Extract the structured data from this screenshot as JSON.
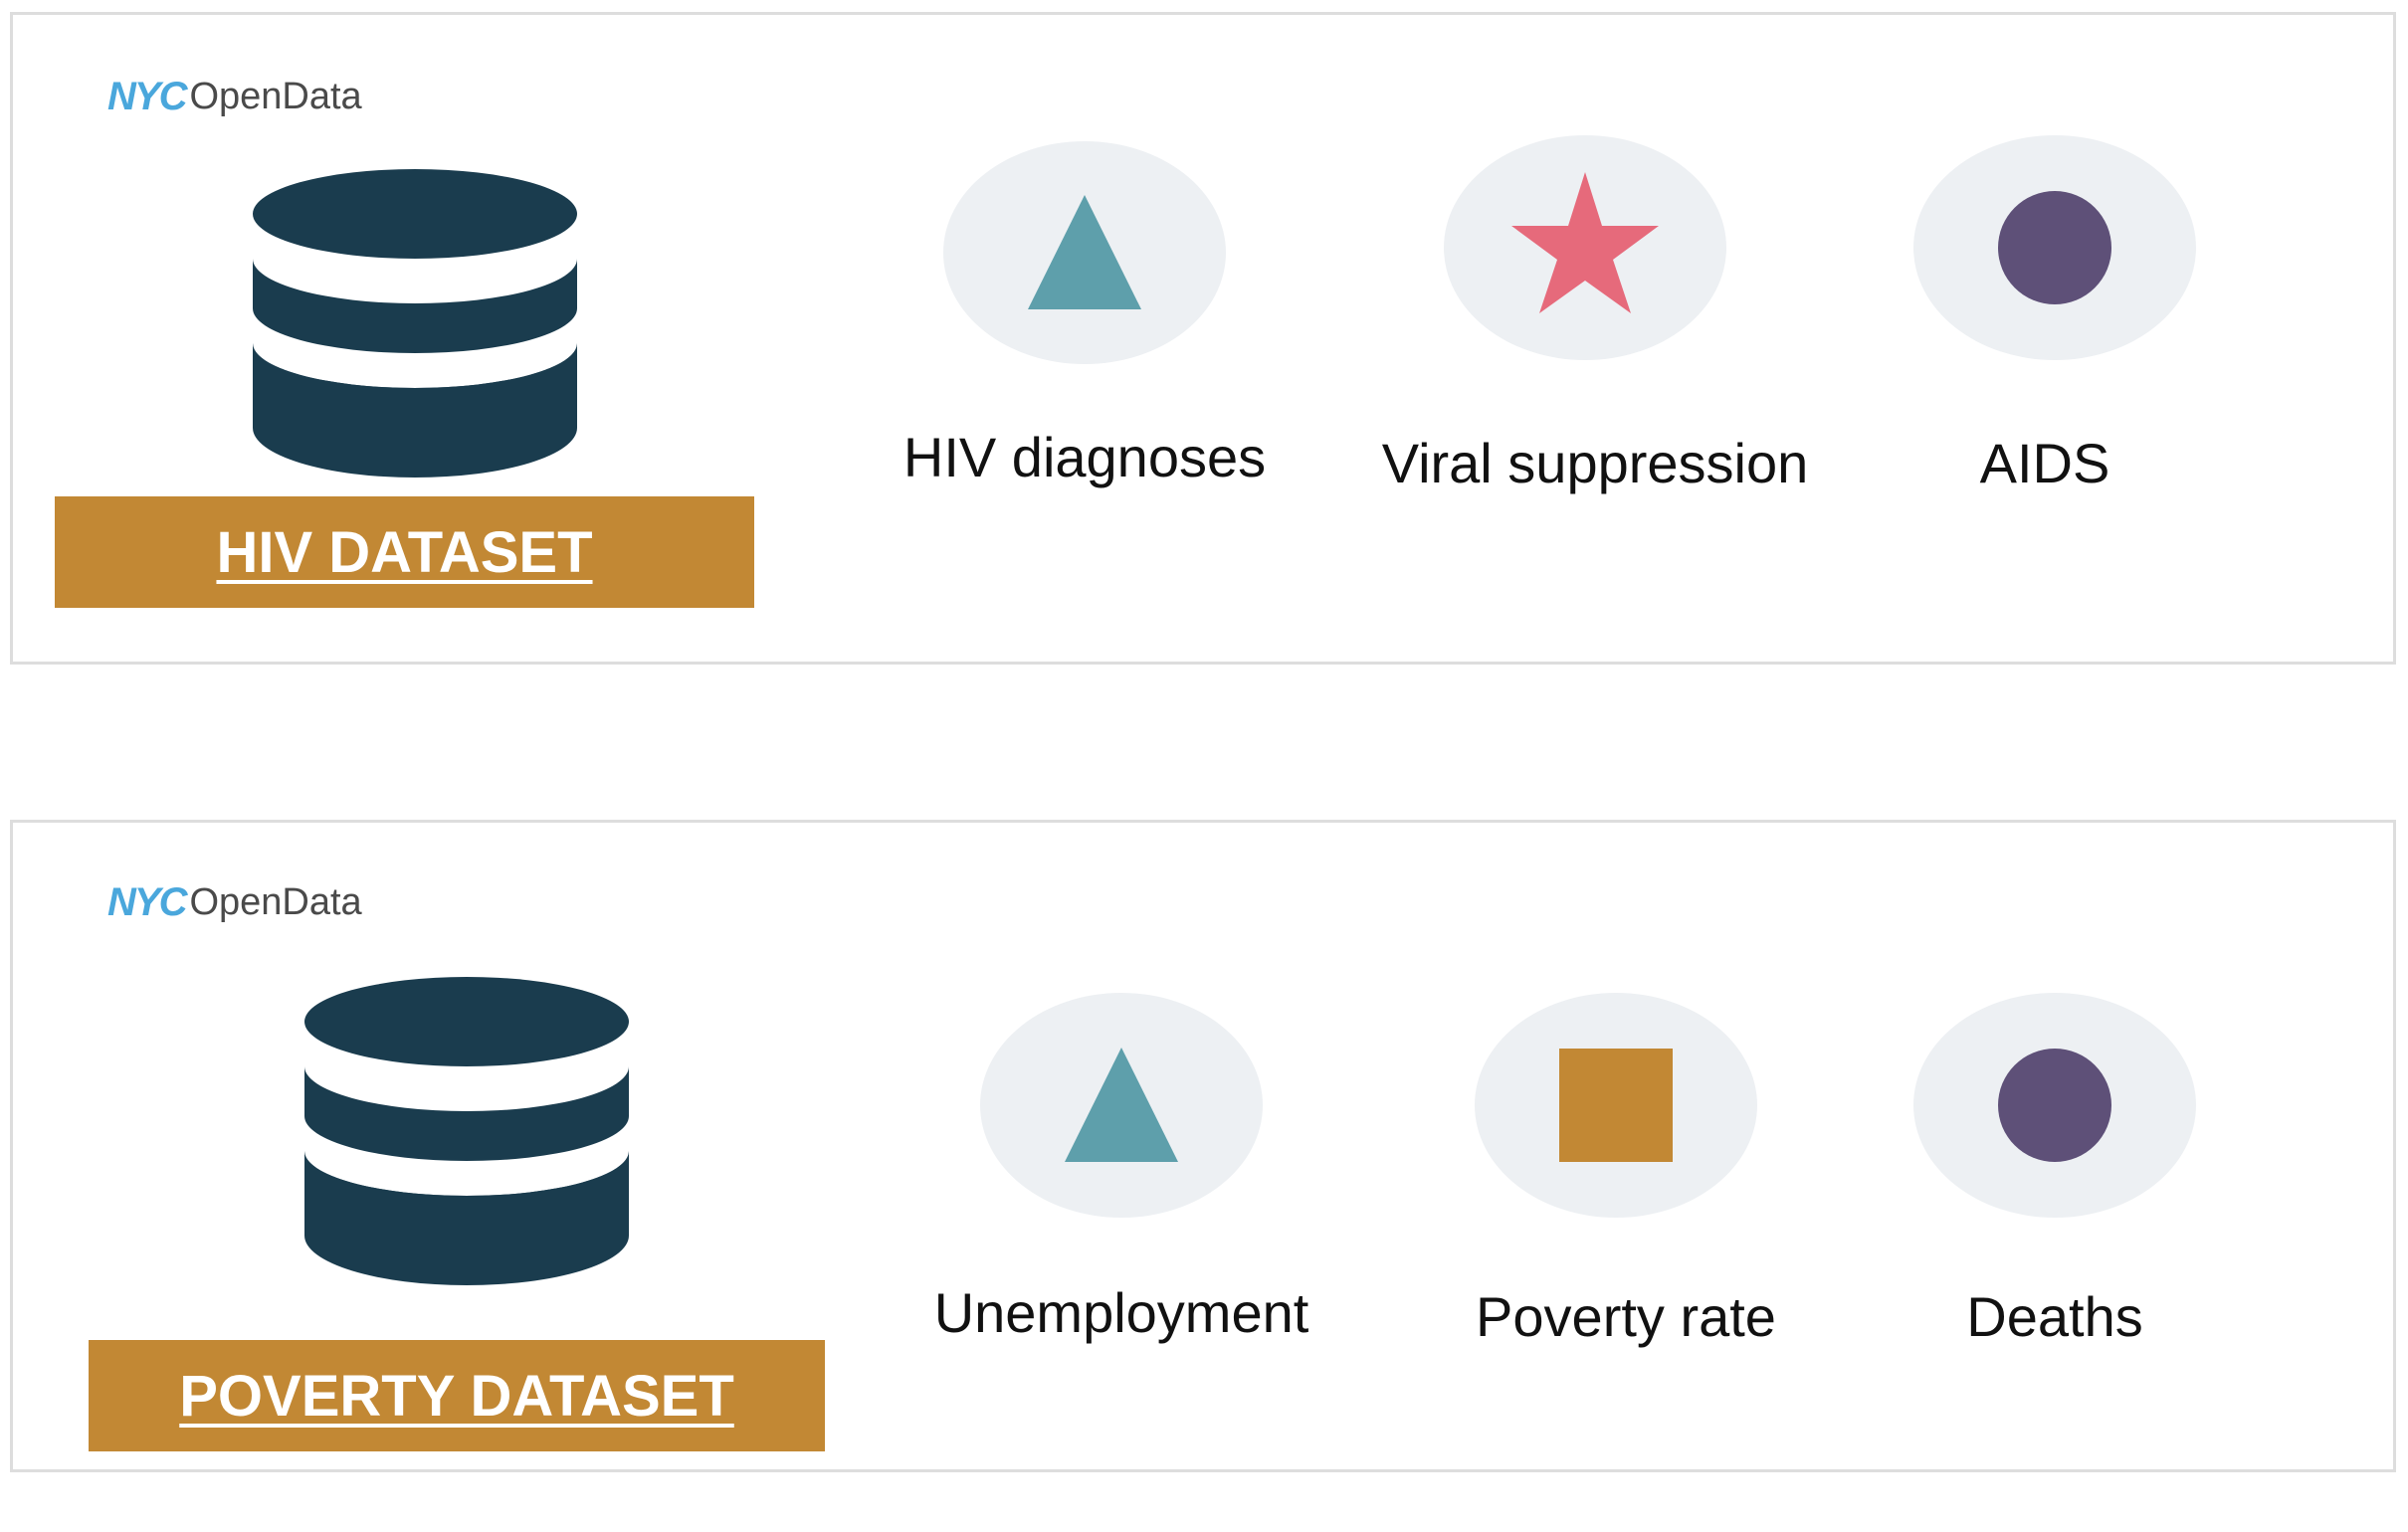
{
  "colors": {
    "db_dark": "#1a3c4e",
    "label_gold": "#c28834",
    "icon_bg": "#edf0f3",
    "triangle_teal": "#5e9fab",
    "star_pink": "#e66a7b",
    "circle_purple": "#5e5078",
    "square_gold": "#c28834",
    "logo_blue": "#4aa7dc"
  },
  "panels": {
    "hiv": {
      "logo": {
        "nyc": "NYC",
        "opendata": "OpenData"
      },
      "dataset_label": "HIV DATASET",
      "metrics": [
        {
          "label": "HIV diagnoses",
          "icon": "triangle-icon"
        },
        {
          "label": "Viral suppression",
          "icon": "star-icon"
        },
        {
          "label": "AIDS",
          "icon": "circle-icon"
        }
      ]
    },
    "poverty": {
      "logo": {
        "nyc": "NYC",
        "opendata": "OpenData"
      },
      "dataset_label": "POVERTY DATASET",
      "metrics": [
        {
          "label": "Unemployment",
          "icon": "triangle-icon"
        },
        {
          "label": "Poverty rate",
          "icon": "square-icon"
        },
        {
          "label": "Deaths",
          "icon": "circle-icon"
        }
      ]
    }
  }
}
